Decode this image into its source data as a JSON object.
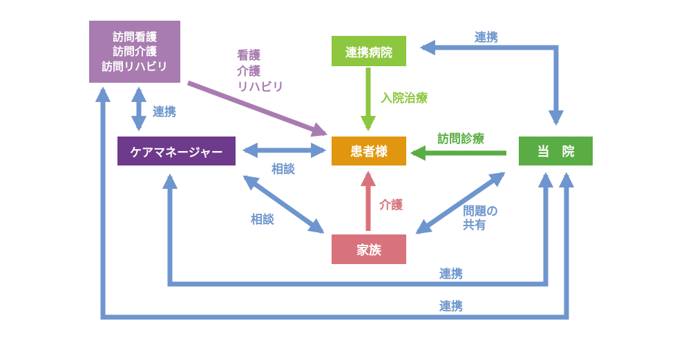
{
  "colors": {
    "visit": "#a87cb0",
    "care_manager": "#6e3a8c",
    "patient": "#e0960e",
    "partner_hospital": "#8dc63f",
    "our_hospital": "#5aac44",
    "family": "#d9737b",
    "blue": "#6e95cd",
    "green_arrow": "#8dc63f",
    "green_arrow2": "#5aac44"
  },
  "nodes": {
    "visit_services": [
      "訪問看護",
      "訪問介護",
      "訪問リハビリ"
    ],
    "partner_hospital": "連携病院",
    "care_manager": "ケアマネージャー",
    "patient": "患者様",
    "our_hospital": "当　院",
    "family": "家族"
  },
  "labels": {
    "visit_to_patient": [
      "看護",
      "介護",
      "リハビリ"
    ],
    "hospital_to_partner": "連携",
    "admission": "入院治療",
    "home_visit": "訪問診療",
    "visit_to_caremanager": "連携",
    "caremanager_patient": "相談",
    "caremanager_family": "相談",
    "family_patient": "介護",
    "family_hospital": [
      "問題の",
      "共有"
    ],
    "caremanager_hospital": "連携",
    "visit_hospital": "連携"
  }
}
